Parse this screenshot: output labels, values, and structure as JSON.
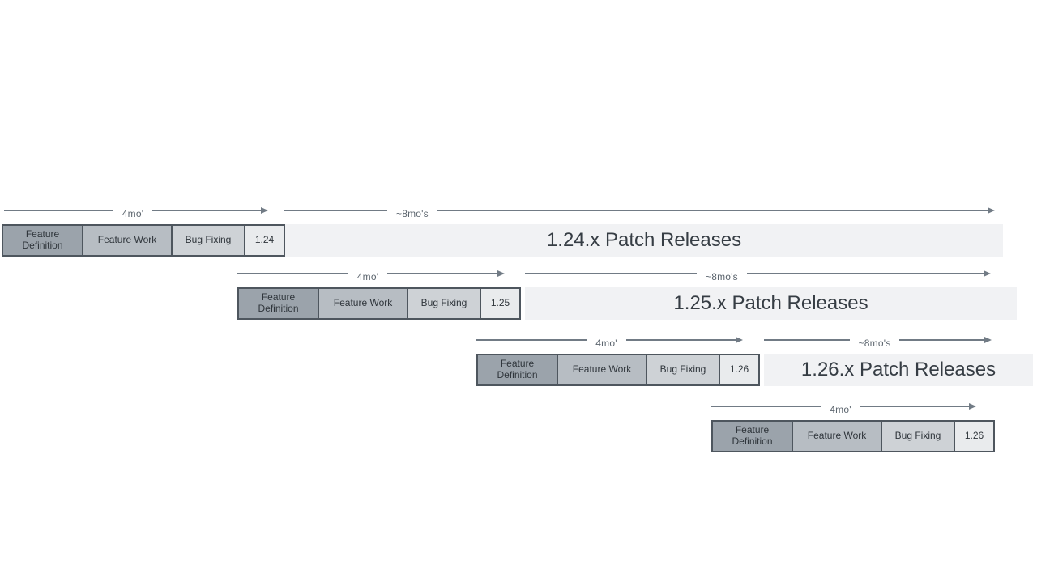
{
  "diagram": {
    "colors": {
      "background": "#ffffff",
      "feature_definition": "#9ba3ab",
      "feature_work": "#b7bdc3",
      "bug_fixing": "#ced2d6",
      "version_cell": "#e9ebed",
      "patch_bar": "#f1f2f4",
      "cell_border": "#4e565e",
      "arrow": "#717b85",
      "label_text": "#5d666f",
      "cell_text": "#2f353b",
      "patch_text": "#363d44"
    },
    "rows": [
      {
        "version": "1.24",
        "cycle_duration_label": "4mo'",
        "patch_duration_label": "~8mo's",
        "segments": {
          "feature_definition": "Feature Definition",
          "feature_work": "Feature Work",
          "bug_fixing": "Bug Fixing"
        },
        "patch_bar_label": "1.24.x Patch Releases"
      },
      {
        "version": "1.25",
        "cycle_duration_label": "4mo'",
        "patch_duration_label": "~8mo's",
        "segments": {
          "feature_definition": "Feature Definition",
          "feature_work": "Feature Work",
          "bug_fixing": "Bug Fixing"
        },
        "patch_bar_label": "1.25.x Patch Releases"
      },
      {
        "version": "1.26",
        "cycle_duration_label": "4mo'",
        "patch_duration_label": "~8mo's",
        "segments": {
          "feature_definition": "Feature Definition",
          "feature_work": "Feature Work",
          "bug_fixing": "Bug Fixing"
        },
        "patch_bar_label": "1.26.x Patch Releases"
      },
      {
        "version": "1.26",
        "cycle_duration_label": "4mo'",
        "segments": {
          "feature_definition": "Feature Definition",
          "feature_work": "Feature Work",
          "bug_fixing": "Bug Fixing"
        }
      }
    ]
  }
}
